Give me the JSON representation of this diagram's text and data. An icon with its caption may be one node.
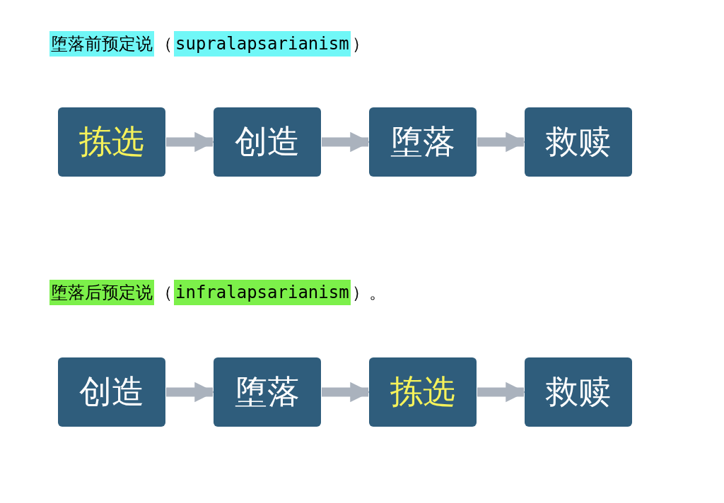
{
  "diagram": {
    "nodes": [
      {
        "text": [
          "拣选"
        ]
      },
      {
        "text": [
          "创造"
        ]
      },
      {
        "text": [
          "堕落"
        ]
      },
      {
        "text": [
          "救赎"
        ]
      },
      {
        "text": [
          "创造"
        ]
      },
      {
        "text": [
          "堕落"
        ]
      },
      {
        "text": [
          "拣选"
        ]
      },
      {
        "text": [
          "救赎"
        ]
      }
    ],
    "edges": [
      {
        "from": 0,
        "to": 1,
        "arrow": "to"
      },
      {
        "from": 1,
        "to": 2,
        "arrow": "to"
      },
      {
        "from": 2,
        "to": 3,
        "arrow": "to"
      },
      {
        "from": 4,
        "to": 5,
        "arrow": "to"
      },
      {
        "from": 5,
        "to": 6,
        "arrow": "to"
      },
      {
        "from": 6,
        "to": 7,
        "arrow": "to"
      }
    ],
    "labels": [
      "堕落前预定说",
      "（",
      "supralapsarianism",
      "）",
      "堕落后预定说",
      "（",
      "infralapsarianism",
      "）。"
    ]
  }
}
